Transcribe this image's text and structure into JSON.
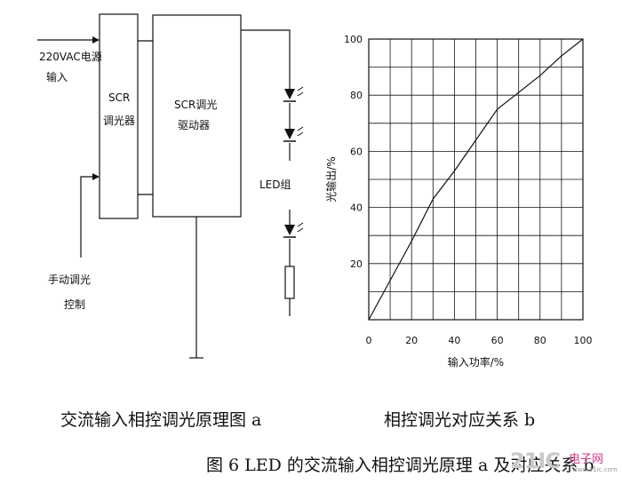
{
  "circuit": {
    "ac_input_line1": "220VAC电源",
    "ac_input_line2": "输入",
    "scr_dimmer_line1": "SCR",
    "scr_dimmer_line2": "调光器",
    "driver_line1": "SCR调光",
    "driver_line2": "驱动器",
    "led_group": "LED组",
    "manual_line1": "手动调光",
    "manual_line2": "控制"
  },
  "chart_data": {
    "type": "line",
    "xlabel": "输入功率/%",
    "ylabel": "光输出/%",
    "xlim": [
      0,
      100
    ],
    "ylim": [
      0,
      100
    ],
    "xticks": [
      0,
      20,
      40,
      60,
      80,
      100
    ],
    "yticks": [
      20,
      40,
      60,
      80,
      100
    ],
    "grid": true,
    "series": [
      {
        "x": [
          0,
          10,
          20,
          30,
          40,
          50,
          60,
          70,
          80,
          90,
          100
        ],
        "y": [
          0,
          14,
          28,
          43,
          53,
          64,
          75,
          81,
          87,
          94,
          100
        ]
      }
    ]
  },
  "captions": {
    "left": "交流输入相控调光原理图 a",
    "right": "相控调光对应关系 b",
    "figure": "图 6  LED 的交流输入相控调光原理 a 及对应关系 b"
  },
  "watermark": {
    "logo": "21IC",
    "site": "电子网",
    "url": "www.21ic.com"
  }
}
